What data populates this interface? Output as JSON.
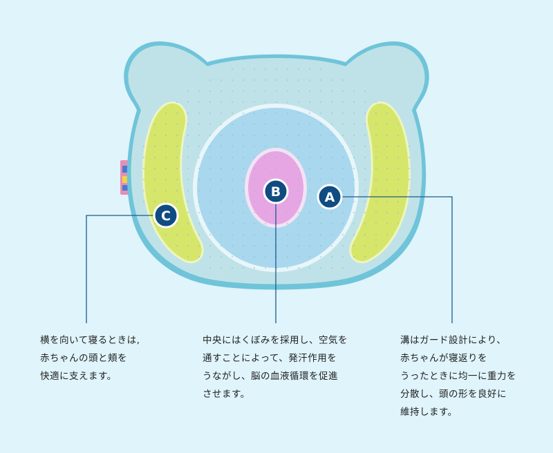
{
  "markers": {
    "a": "A",
    "b": "B",
    "c": "C"
  },
  "captions": {
    "c": [
      "横を向いて寝るときは,",
      "赤ちゃんの頭と頬を",
      "快適に支えます。"
    ],
    "b": [
      "中央にはくぼみを採用し、空気を",
      "通すことによって、発汗作用を",
      "うながし、脳の血液循環を促進",
      "させます。"
    ],
    "a": [
      "溝はガード設計により、",
      "赤ちゃんが寝返りを",
      "うったときに均一に重力を",
      "分散し、頭の形を良好に",
      "維持します。"
    ]
  },
  "colors": {
    "background": "#dff4fb",
    "pillow": "#bde3ea",
    "pillow_edge": "#8fd3e2",
    "center_zone": "#a9d8ee",
    "pink_zone": "#e6a6e4",
    "side_pads": "#d9e86a",
    "marker": "#0f4c81",
    "leader_line": "#1a5a8a"
  }
}
